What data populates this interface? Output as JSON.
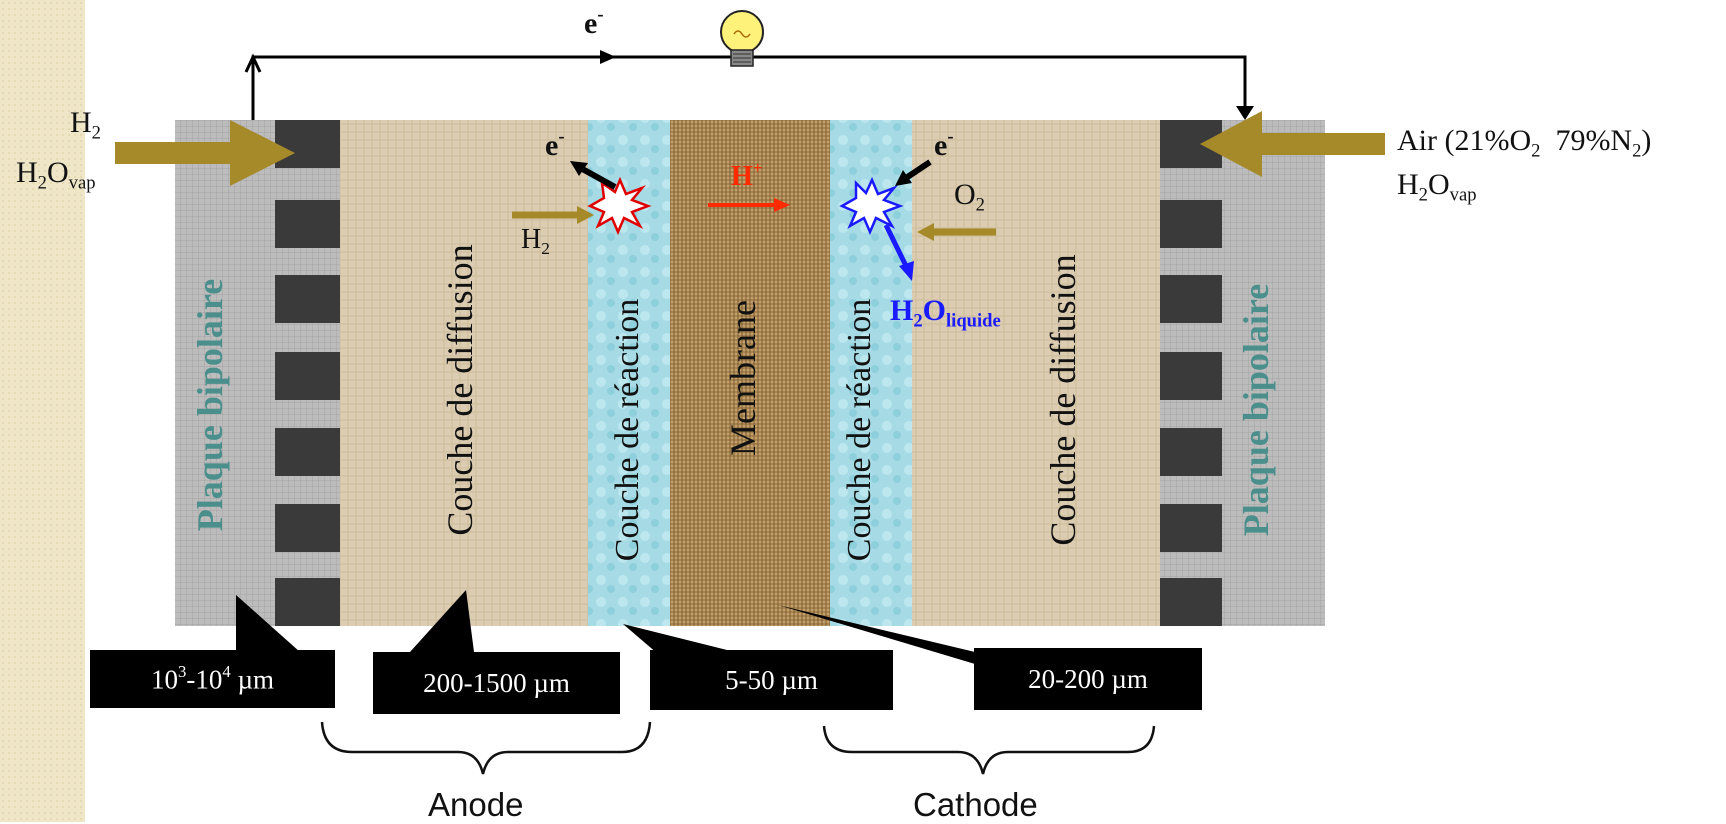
{
  "left_feed": {
    "line1": "H",
    "line1_sub": "2",
    "line2": "H",
    "line2_sub": "2",
    "line2_mid": "O",
    "line2_sub2": "vap"
  },
  "right_feed": {
    "line1_a": "Air (21%O",
    "line1_sub_a": "2",
    "line1_b": "  79%N",
    "line1_sub_b": "2",
    "line1_c": ")",
    "line2": "H",
    "line2_sub": "2",
    "line2_mid": "O",
    "line2_sub2": "vap"
  },
  "circuit": {
    "electron_label": "e",
    "electron_sup": "-"
  },
  "layers": {
    "plate_left": "Plaque bipolaire",
    "diffusion_left": "Couche de diffusion",
    "reaction_left": "Couche de réaction",
    "membrane": "Membrane",
    "reaction_right": "Couche de réaction",
    "diffusion_right": "Couche de diffusion",
    "plate_right": "Plaque bipolaire"
  },
  "anode_reaction": {
    "electron": "e",
    "electron_sup": "-",
    "gas": "H",
    "gas_sub": "2"
  },
  "proton": {
    "label": "H",
    "sup": "+"
  },
  "cathode_reaction": {
    "electron": "e",
    "electron_sup": "-",
    "gas": "O",
    "gas_sub": "2",
    "water": "H",
    "water_sub": "2",
    "water_mid": "O",
    "water_sub2": "liquide"
  },
  "dimensions": {
    "plate": {
      "base1": "10",
      "sup1": "3",
      "dash": "-10",
      "sup2": "4",
      "unit": " µm"
    },
    "diffusion": "200-1500 µm",
    "reaction": "5-50 µm",
    "membrane": "20-200 µm"
  },
  "groups": {
    "anode": "Anode",
    "cathode": "Cathode"
  },
  "colors": {
    "plate": "#b9b9b9",
    "diffusion": "#d9c9ae",
    "reaction": "#a9dde6",
    "membrane": "#a9834f",
    "plate_label": "#4a8f8c",
    "h2o_liquid": "#1a1aff",
    "proton": "#ff2a00",
    "feed_arrow": "#a68a2a",
    "sidebar": "#efe6c8"
  }
}
